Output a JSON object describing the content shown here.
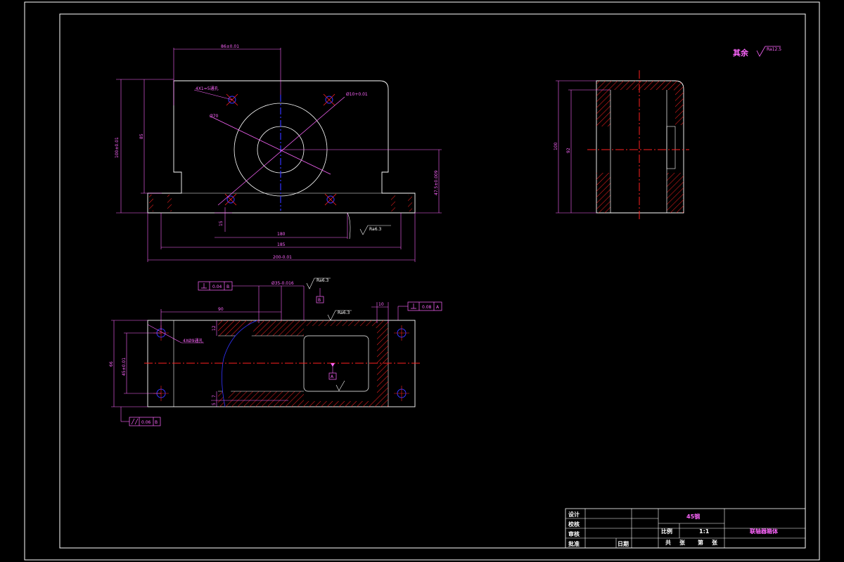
{
  "colors": {
    "background": "#000000",
    "outline": "#ffffff",
    "dimension": "#ff66ff",
    "centerline": "#ff2020",
    "axis": "#3333ff",
    "hatch": "#ff2020"
  },
  "note": {
    "prefix": "其余",
    "roughness": "Ra12.5"
  },
  "front": {
    "dims": {
      "top_width": "86±0.01",
      "height_total": "100±0.01",
      "height_85": "85",
      "hole_note": "4X1=5通孔",
      "bore_dia": "Ø10+0.01",
      "dia70": "Ø70",
      "height_right": "47.5±0.009",
      "base_thick": "15",
      "w_180": "180",
      "w_185": "185",
      "w_total": "200-0.01",
      "roughness": "Ra6.3"
    }
  },
  "side": {
    "dims": {
      "h_100": "100",
      "h_92": "92"
    }
  },
  "top": {
    "dims": {
      "tol_left": "0.04",
      "tol_left_ref": "B",
      "bore": "Ø35-0.016",
      "rough_top": "Ra6.3",
      "datum_b": "B",
      "dim_90": "90",
      "rough_mid": "Ra6.3",
      "dim_10": "10",
      "tol_right": "0.08",
      "tol_right_ref": "A",
      "dim_12": "12",
      "hole_note": "4XØ9通孔",
      "dim_45": "45±0.01",
      "dim_66": "66",
      "datum_a": "A",
      "dim_5": "5",
      "dim_7": "7",
      "tol_bottom": "0.06",
      "tol_bottom_ref": "B"
    }
  },
  "title_block": {
    "design": "设计",
    "check": "校核",
    "review": "审核",
    "approve": "批准",
    "date": "日期",
    "material": "45钢",
    "scale_label": "比例",
    "scale_value": "1:1",
    "part_name": "联轴器箱体",
    "sheets_total": "共",
    "sheets_unit": "张",
    "sheet_no": "第",
    "sheet_unit": "张"
  }
}
